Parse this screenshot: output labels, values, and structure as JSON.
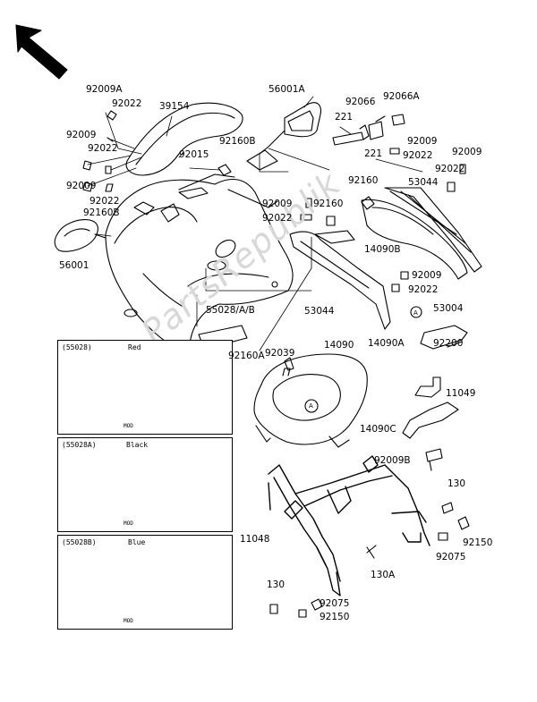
{
  "labels": {
    "p92009A": "92009A",
    "p92022_a": "92022",
    "p39154": "39154",
    "p56001A": "56001A",
    "p92066": "92066",
    "p92066A": "92066A",
    "p221_a": "221",
    "p221_b": "221",
    "p92009_a": "92009",
    "p92022_b": "92022",
    "p92009_b": "92009",
    "p92022_c": "92022",
    "p92009_c": "92009",
    "p92160B_a": "92160B",
    "p92015": "92015",
    "p92160": "92160",
    "p53044_a": "53044",
    "p92022_d": "92022",
    "p92009_d": "92009",
    "p92022_e": "92022",
    "p92160B_b": "92160B",
    "p92009_e": "92009",
    "p92160_b": "92160",
    "p92022_f": "92022",
    "p14090B": "14090B",
    "p56001": "56001",
    "p92009_f": "92009",
    "p92022_g": "92022",
    "p55028AB": "55028/A/B",
    "p53044_b": "53044",
    "p14090A": "14090A",
    "p53004": "53004",
    "p92200": "92200",
    "p92160A": "92160A",
    "p92039": "92039",
    "p14090": "14090",
    "p11049": "11049",
    "p14090C": "14090C",
    "p92009B": "92009B",
    "p130_a": "130",
    "p92150_a": "92150",
    "p92075_a": "92075",
    "p11048": "11048",
    "p130A": "130A",
    "p130_b": "130",
    "p92075_b": "92075",
    "p92150_b": "92150"
  },
  "boxes": [
    {
      "code": "(55028)",
      "color": "Red",
      "mod": "MOD"
    },
    {
      "code": "(55028A)",
      "color": "Black",
      "mod": "MOD"
    },
    {
      "code": "(55028B)",
      "color": "Blue",
      "mod": "MOD"
    }
  ],
  "markers": {
    "a": "A"
  },
  "watermark": "PartsRepublik"
}
